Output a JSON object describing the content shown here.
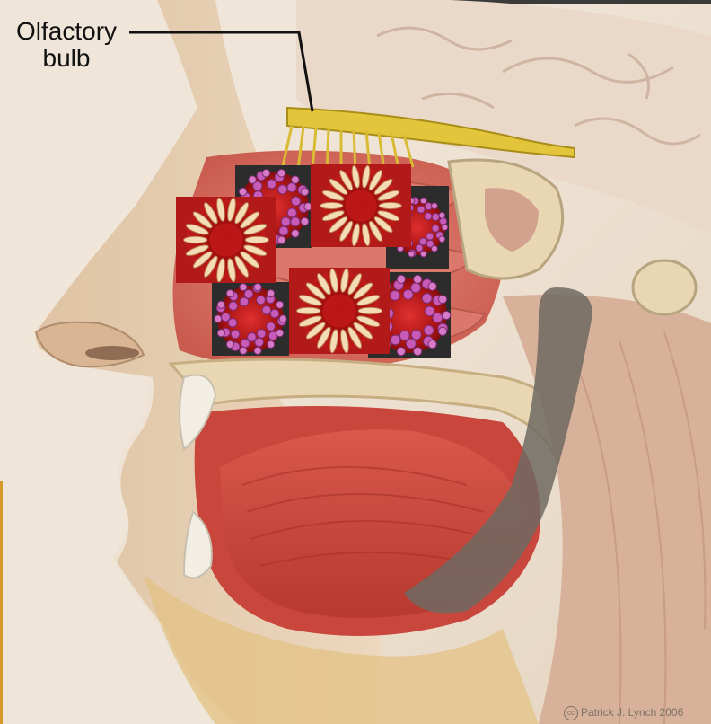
{
  "label": {
    "line1": "Olfactory",
    "line2": "bulb"
  },
  "credit": {
    "cc_mark": "cc",
    "text": "Patrick J. Lynch 2006"
  },
  "colors": {
    "background": "#efe5d8",
    "skin": "#e9cba8",
    "muscle": "#c8453c",
    "mucosa": "#d96a5f",
    "bone": "#e8d7b2",
    "nerve": "#e4c83a",
    "virus_red": "#b01515",
    "virus_spike": "#c85ab8",
    "virus_tile_bg": "#2c2c2c"
  },
  "virus_tiles": [
    {
      "kind": "cross-section"
    },
    {
      "kind": "cross-section"
    },
    {
      "kind": "cross-section"
    },
    {
      "kind": "whole-particle"
    },
    {
      "kind": "whole-particle"
    },
    {
      "kind": "whole-particle"
    },
    {
      "kind": "whole-particle"
    }
  ]
}
